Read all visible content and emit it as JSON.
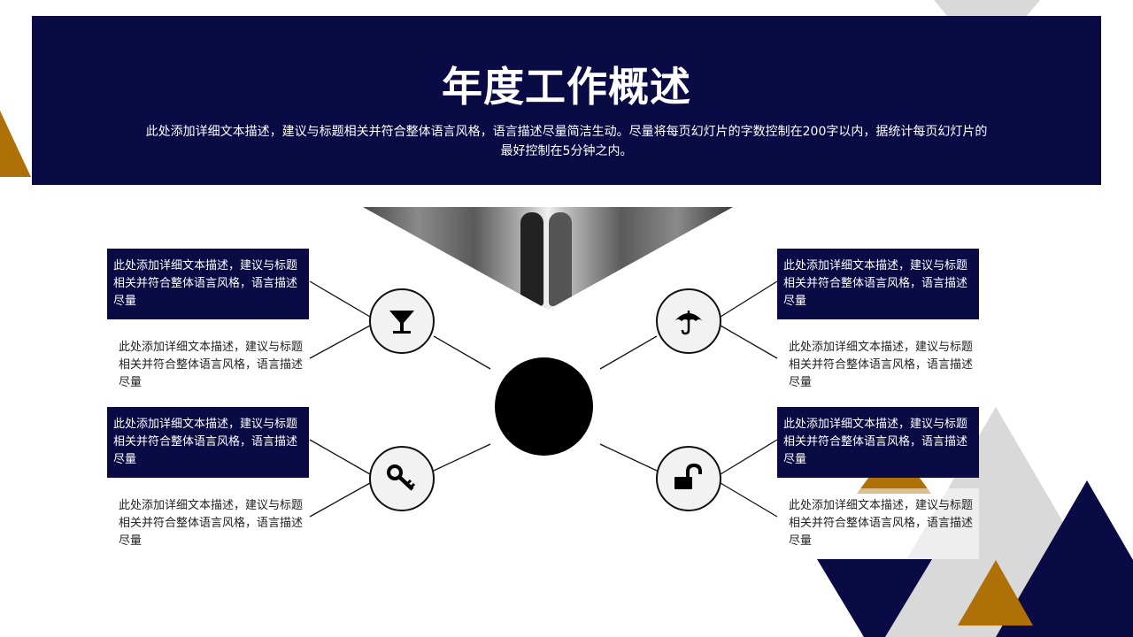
{
  "slide": {
    "title": "年度工作概述",
    "subtitle": "此处添加详细文本描述，建议与标题相关并符合整体语言风格，语言描述尽量简洁生动。尽量将每页幻灯片的字数控制在200字以内，据统计每页幻灯片的最好控制在5分钟之内。"
  },
  "colors": {
    "navy": "#0a0a45",
    "gold": "#b07008",
    "gray": "#d9d9d9"
  },
  "left": [
    {
      "icon": "cocktail-glass-icon",
      "filled_text": "此处添加详细文本描述，建议与标题相关并符合整体语言风格，语言描述尽量",
      "plain_text": "此处添加详细文本描述，建议与标题相关并符合整体语言风格，语言描述尽量"
    },
    {
      "icon": "key-icon",
      "filled_text": "此处添加详细文本描述，建议与标题相关并符合整体语言风格，语言描述尽量",
      "plain_text": "此处添加详细文本描述，建议与标题相关并符合整体语言风格，语言描述尽量"
    }
  ],
  "right": [
    {
      "icon": "umbrella-icon",
      "filled_text": "此处添加详细文本描述，建议与标题相关并符合整体语言风格，语言描述尽量",
      "plain_text": "此处添加详细文本描述，建议与标题相关并符合整体语言风格，语言描述尽量"
    },
    {
      "icon": "unlock-icon",
      "filled_text": "此处添加详细文本描述，建议与标题相关并符合整体语言风格，语言描述尽量",
      "plain_text": "此处添加详细文本描述，建议与标题相关并符合整体语言风格，语言描述尽量"
    }
  ]
}
